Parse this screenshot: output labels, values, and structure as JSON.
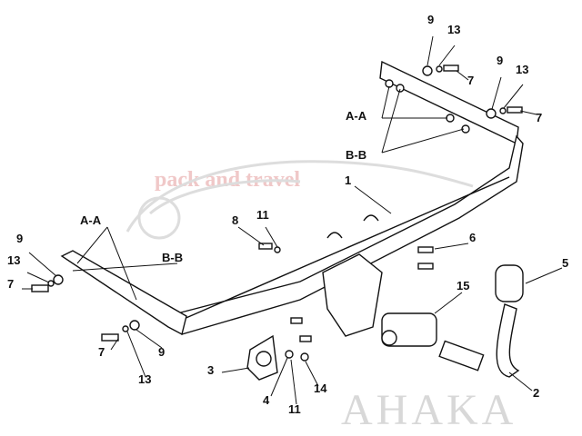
{
  "diagram_title": "",
  "watermark": {
    "brand": "AHAKA",
    "tagline": "pack and travel"
  },
  "labels": {
    "l9a": "9",
    "l13a": "13",
    "l7a": "7",
    "l9b": "9",
    "l13b": "13",
    "l7b": "7",
    "aa_right": "A-A",
    "bb_right": "B-B",
    "l1": "1",
    "l8": "8",
    "l11a": "11",
    "aa_left": "A-A",
    "bb_left": "B-B",
    "l9c": "9",
    "l13c": "13",
    "l7c": "7",
    "l6": "6",
    "l5": "5",
    "l15": "15",
    "l7d": "7",
    "l9d": "9",
    "l13d": "13",
    "l3": "3",
    "l4": "4",
    "l11b": "11",
    "l14": "14",
    "l2": "2"
  }
}
